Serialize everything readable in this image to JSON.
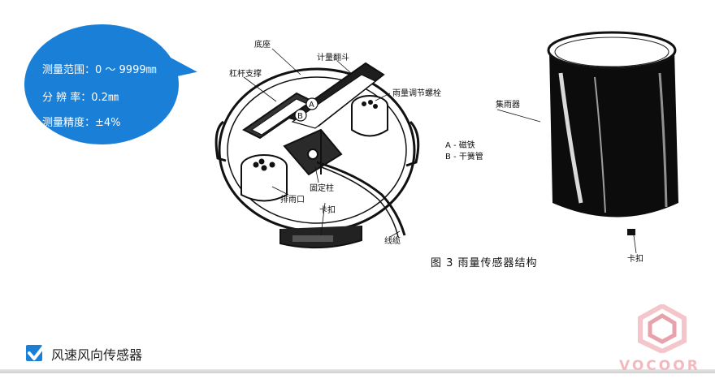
{
  "specs": {
    "range": "测量范围：0 ～ 9999㎜",
    "resolution": "分 辨 率：0.2㎜",
    "accuracy": "测量精度：±4%"
  },
  "diagram": {
    "labels": {
      "base": "底座",
      "bucket": "计量翻斗",
      "lever": "杠杆支撑",
      "screw": "雨量调节螺栓",
      "magnet": "A - 磁铁",
      "reed": "B - 干簧管",
      "drain": "排雨口",
      "post": "固定柱",
      "clip1": "卡扣",
      "cable": "线缆",
      "collector": "集雨器",
      "clip2": "卡扣",
      "marker_a": "A",
      "marker_b": "B"
    },
    "caption": "图 3  雨量传感器结构"
  },
  "section": {
    "title": "风速风向传感器",
    "check_icon": "checkbox-checked-icon"
  },
  "brand": {
    "name": "VOCOOR",
    "color": "#f2b9bf"
  },
  "colors": {
    "accent": "#1a7fd6"
  }
}
